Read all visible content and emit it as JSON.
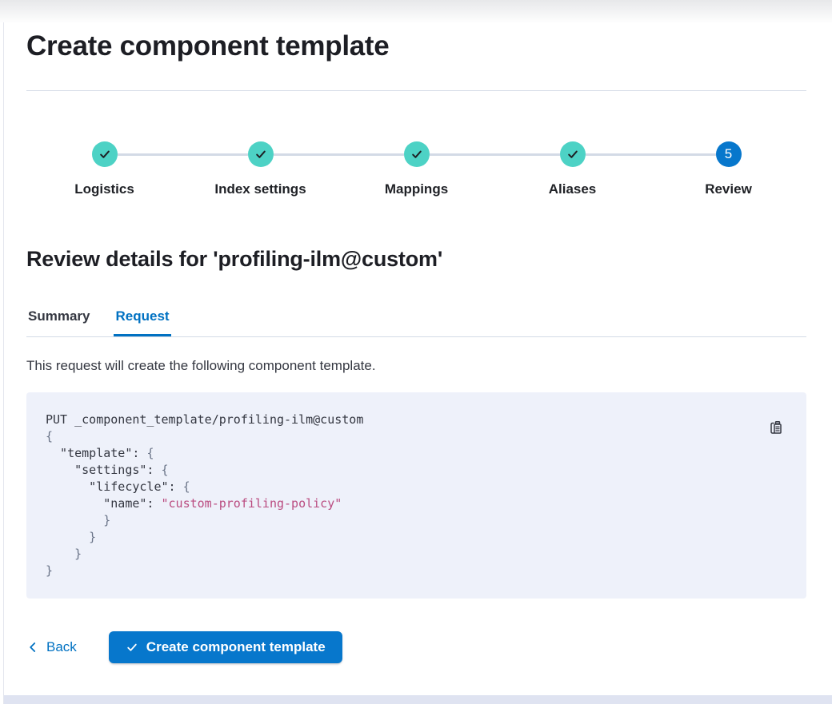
{
  "page": {
    "title": "Create component template",
    "heading": "Review details for 'profiling-ilm@custom'",
    "description": "This request will create the following component template."
  },
  "stepper": {
    "steps": [
      {
        "label": "Logistics",
        "status": "complete"
      },
      {
        "label": "Index settings",
        "status": "complete"
      },
      {
        "label": "Mappings",
        "status": "complete"
      },
      {
        "label": "Aliases",
        "status": "complete"
      },
      {
        "label": "Review",
        "status": "current",
        "number": "5"
      }
    ]
  },
  "tabs": [
    {
      "label": "Summary",
      "selected": false
    },
    {
      "label": "Request",
      "selected": true
    }
  ],
  "code": {
    "copy_icon": "copy-clipboard-icon",
    "lines": [
      [
        {
          "c": "plain",
          "t": "PUT _component_template/profiling-ilm@custom"
        }
      ],
      [
        {
          "c": "punc",
          "t": "{"
        }
      ],
      [
        {
          "c": "plain",
          "t": "  \"template\": "
        },
        {
          "c": "punc",
          "t": "{"
        }
      ],
      [
        {
          "c": "plain",
          "t": "    \"settings\": "
        },
        {
          "c": "punc",
          "t": "{"
        }
      ],
      [
        {
          "c": "plain",
          "t": "      \"lifecycle\": "
        },
        {
          "c": "punc",
          "t": "{"
        }
      ],
      [
        {
          "c": "plain",
          "t": "        \"name\": "
        },
        {
          "c": "str",
          "t": "\"custom-profiling-policy\""
        }
      ],
      [
        {
          "c": "punc",
          "t": "        }"
        }
      ],
      [
        {
          "c": "punc",
          "t": "      }"
        }
      ],
      [
        {
          "c": "punc",
          "t": "    }"
        }
      ],
      [
        {
          "c": "punc",
          "t": "}"
        }
      ]
    ]
  },
  "footer": {
    "back_label": "Back",
    "submit_label": "Create component template"
  },
  "icons": {
    "step_complete": "check-icon",
    "copy": "copy-clipboard-icon",
    "back": "chevron-left-icon",
    "submit": "check-icon"
  },
  "colors": {
    "step_complete": "#4DD2C5",
    "step_current": "#0777CC",
    "primary_button": "#0777CC",
    "link_blue": "#0071C2",
    "code_background": "#EEF1FA",
    "code_string": "#BA4C80",
    "code_punctuation": "#697387",
    "code_default": "#343741",
    "divider": "#D3DAE6"
  }
}
